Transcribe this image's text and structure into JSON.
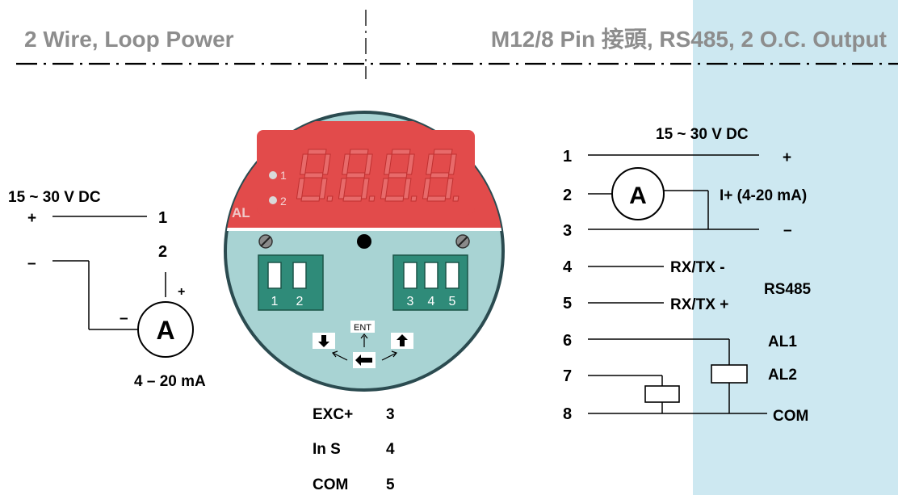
{
  "colors": {
    "background": "#ffffff",
    "right_panel": "#cde8f1",
    "header_text": "#8d8d8d",
    "meter_face": "#a8d3d3",
    "display_red": "#e24b4b",
    "display_segment": "#e86a6a",
    "terminal_green": "#2f8b79"
  },
  "header": {
    "left_title": "2 Wire, Loop Power",
    "right_title": "M12/8 Pin 接頭, RS485, 2 O.C. Output"
  },
  "left_wiring": {
    "supply_label": "15 ~ 30 V DC",
    "plus_sign": "+",
    "minus_sign": "–",
    "pin1": "1",
    "pin2": "2",
    "meter_plus": "+",
    "meter_minus": "–",
    "ammeter_symbol": "A",
    "current_label": "4 – 20 mA"
  },
  "meter": {
    "display_digits": "8.8.8.8",
    "alarm_label": "AL",
    "alarm1_number": "1",
    "alarm2_number": "2",
    "terminal_left": [
      "1",
      "2"
    ],
    "terminal_right": [
      "3",
      "4",
      "5"
    ],
    "enter_label": "ENT",
    "down_icon": "down-arrow-icon",
    "left_icon": "left-arrow-icon",
    "up_icon": "up-arrow-icon"
  },
  "bottom_pins": [
    {
      "name": "EXC+",
      "pin": "3"
    },
    {
      "name": "In S",
      "pin": "4"
    },
    {
      "name": "COM",
      "pin": "5"
    }
  ],
  "right_wiring": {
    "supply_label": "15 ~ 30 V DC",
    "plus_sign": "+",
    "minus_sign": "–",
    "ammeter_symbol": "A",
    "current_label": "I+ (4-20 mA)",
    "rx_minus": "RX/TX -",
    "rx_plus": "RX/TX +",
    "rs485": "RS485",
    "al1": "AL1",
    "al2": "AL2",
    "com": "COM",
    "pins": [
      "1",
      "2",
      "3",
      "4",
      "5",
      "6",
      "7",
      "8"
    ]
  }
}
